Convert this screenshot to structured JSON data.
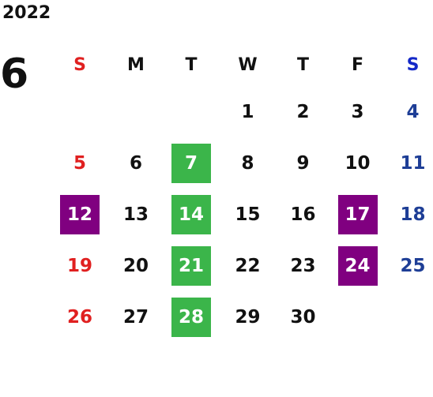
{
  "calendar": {
    "year": "2022",
    "month": "6",
    "weekdays": [
      "S",
      "M",
      "T",
      "W",
      "T",
      "F",
      "S"
    ],
    "weekday_colors": [
      "#e02020",
      "#111111",
      "#111111",
      "#111111",
      "#111111",
      "#111111",
      "#1428c8"
    ],
    "weeks": [
      [
        null,
        null,
        null,
        "1",
        "2",
        "3",
        "4"
      ],
      [
        "5",
        "6",
        "7",
        "8",
        "9",
        "10",
        "11"
      ],
      [
        "12",
        "13",
        "14",
        "15",
        "16",
        "17",
        "18"
      ],
      [
        "19",
        "20",
        "21",
        "22",
        "23",
        "24",
        "25"
      ],
      [
        "26",
        "27",
        "28",
        "29",
        "30",
        null,
        null
      ]
    ],
    "colors": {
      "sunday": "#e02020",
      "saturday": "#1e3e96",
      "weekday": "#111111",
      "highlight_text": "#ffffff",
      "green_highlight": "#3bb54a",
      "purple_highlight": "#800080"
    },
    "highlights": {
      "7": "green_highlight",
      "14": "green_highlight",
      "21": "green_highlight",
      "28": "green_highlight",
      "12": "purple_highlight",
      "17": "purple_highlight",
      "24": "purple_highlight"
    }
  }
}
